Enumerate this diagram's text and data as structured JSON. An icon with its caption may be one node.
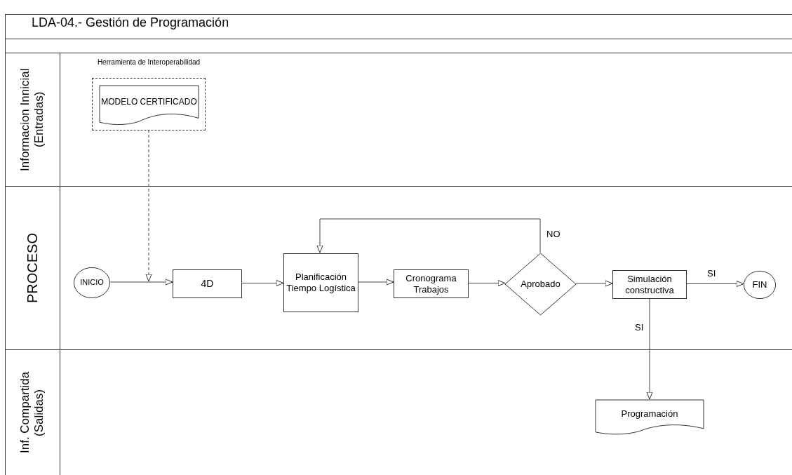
{
  "diagram": {
    "title": "LDA-04.- Gestión de Programación",
    "nodes": [
      {
        "text": [
          "Informacion Innicial (Entradas)"
        ]
      },
      {
        "text": [
          "Herramienta de Interoperabilidad"
        ],
        "in": 0
      },
      {
        "text": [
          "MODELO CERTIFICADO"
        ],
        "in": 1
      },
      {
        "text": [
          "PROCESO"
        ]
      },
      {
        "text": [
          "INICIO"
        ],
        "in": 3
      },
      {
        "text": [
          "4D"
        ],
        "in": 3
      },
      {
        "text": [
          "Planificación Tiempo Logística"
        ],
        "in": 3
      },
      {
        "text": [
          "Cronograma Trabajos"
        ],
        "in": 3
      },
      {
        "text": [
          "Aprobado"
        ],
        "in": 3
      },
      {
        "text": [
          "Simulación constructiva"
        ],
        "in": 3
      },
      {
        "text": [
          "FIN"
        ],
        "in": 3
      },
      {
        "text": [
          "Inf. Compartida (Salidas)"
        ]
      },
      {
        "text": [
          "Programación"
        ],
        "in": 11
      }
    ],
    "edges": [
      {
        "from": 1,
        "to": null,
        "arrow": "to",
        "style": "dashed"
      },
      {
        "from": 4,
        "to": 5,
        "arrow": "to"
      },
      {
        "from": 5,
        "to": 6,
        "arrow": "to"
      },
      {
        "from": 6,
        "to": 7,
        "arrow": "to"
      },
      {
        "from": 7,
        "to": 8,
        "arrow": "to"
      },
      {
        "from": 8,
        "to": 6,
        "arrow": "to",
        "label": "NO"
      },
      {
        "from": 8,
        "to": 9,
        "arrow": "to"
      },
      {
        "from": 9,
        "to": 10,
        "arrow": "to",
        "label": "SI"
      },
      {
        "from": 9,
        "to": 12,
        "arrow": "to",
        "label": "SI"
      }
    ]
  }
}
